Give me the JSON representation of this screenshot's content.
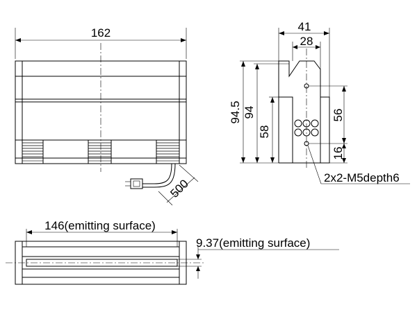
{
  "front_view": {
    "width_label": "162",
    "cable_length_label": "500"
  },
  "side_view": {
    "width_outer_label": "41",
    "width_inner_label": "28",
    "height_total_label": "94.5",
    "height_body_label": "94",
    "height_lower_label": "58",
    "hole_spacing_label": "56",
    "hole_offset_label": "16",
    "callout_label": "2x2-M5depth6"
  },
  "bottom_view": {
    "emitting_length_label": "146(emitting surface)",
    "emitting_width_label": "9.37(emitting surface)"
  }
}
